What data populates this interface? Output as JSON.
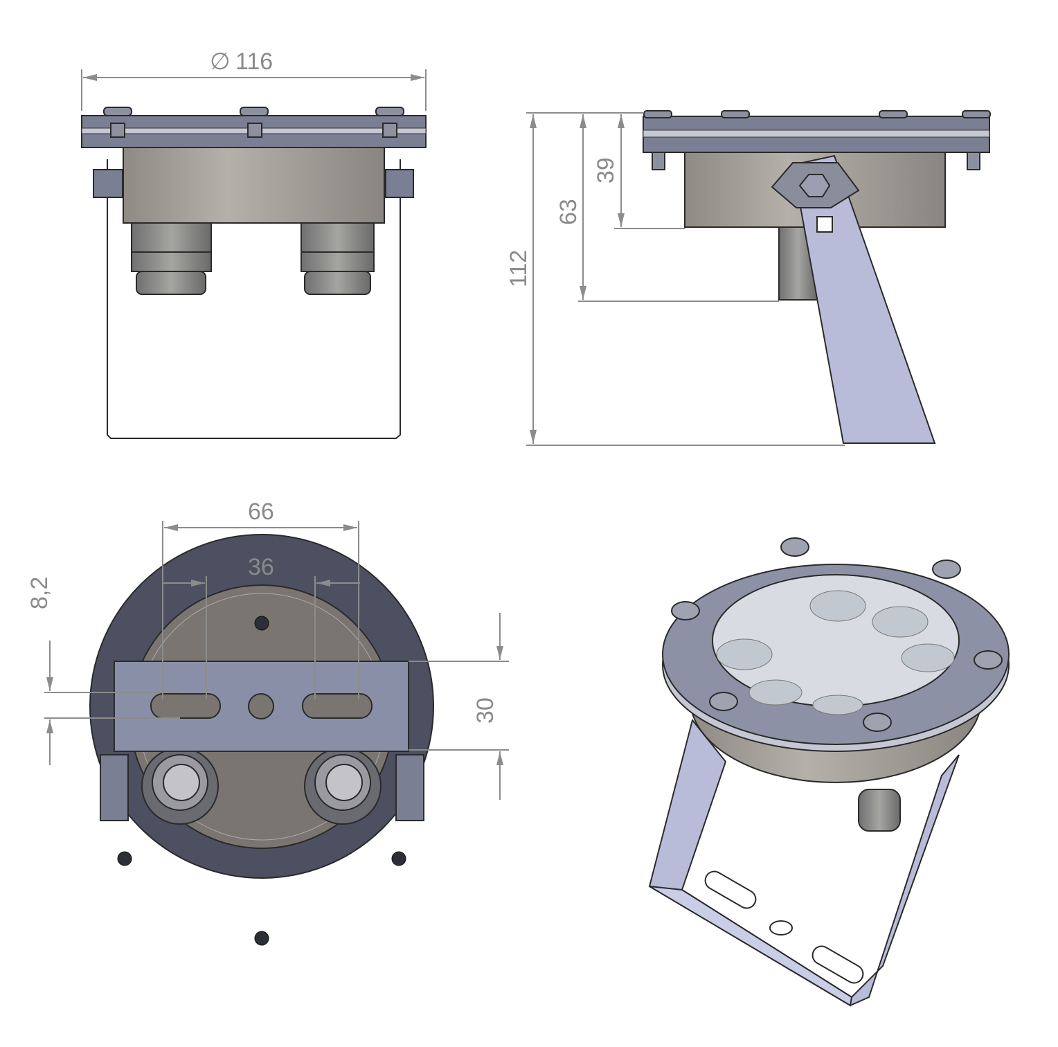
{
  "drawing": {
    "views": [
      "front-view",
      "side-view",
      "bottom-view",
      "isometric-view"
    ],
    "dimensions": {
      "diameter": "116",
      "diameter_symbol": "∅",
      "total_height": "112",
      "height_to_gland": "63",
      "body_height": "39",
      "slot_outer_span": "66",
      "slot_inner_span": "36",
      "slot_width": "8,2",
      "bracket_width": "30"
    },
    "colors": {
      "flange": "#7b7f93",
      "body": "#a8a39c",
      "bracket": "#b8bcd8",
      "bottom_flange": "#4c5060",
      "dimension": "#8c8c8c"
    }
  }
}
